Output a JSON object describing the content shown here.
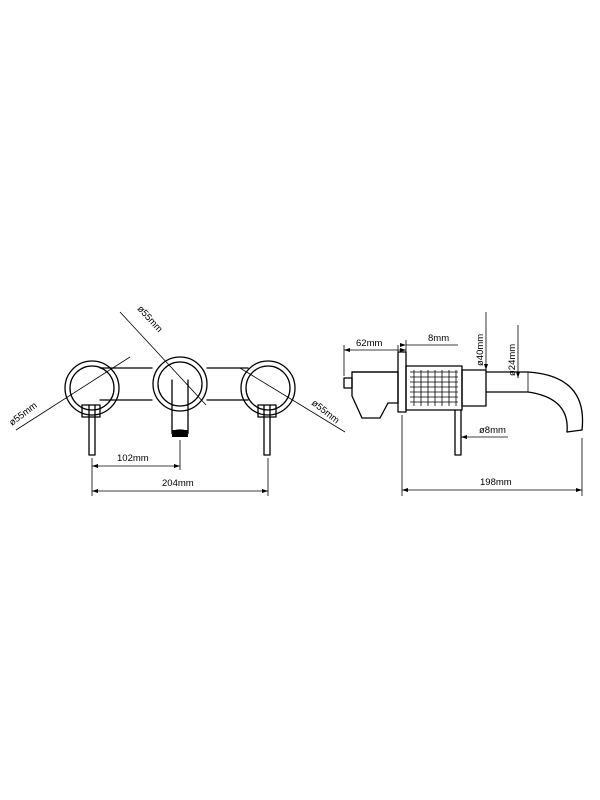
{
  "front_view": {
    "left_plate_diameter": "ø55mm",
    "center_plate_diameter": "ø55mm",
    "right_plate_diameter": "ø55mm",
    "handle_to_spout": "102mm",
    "handle_to_handle": "204mm"
  },
  "side_view": {
    "plate_depth": "62mm",
    "plate_thickness": "8mm",
    "body_diameter": "ø40mm",
    "spout_diameter": "ø24mm",
    "handle_diameter": "ø8mm",
    "total_length": "198mm"
  }
}
